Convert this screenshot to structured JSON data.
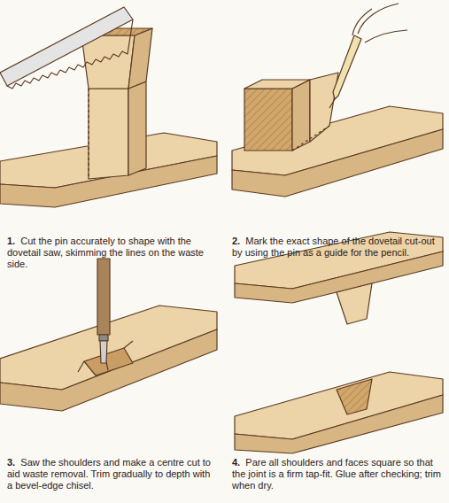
{
  "diagram": {
    "labels": [
      "1.",
      "Cut the pin accurately to shape with the dovetail saw, skimming the lines on the waste side.",
      "2.",
      "Mark the exact shape of the dovetail cut-out by using the pin as a guide for the pencil.",
      "3.",
      "Saw the shoulders and make a centre cut to aid waste removal. Trim gradually to depth with a bevel-edge chisel.",
      "4.",
      "Pare all shoulders and faces square so that the joint is a firm tap-fit. Glue after checking; trim when dry."
    ]
  }
}
